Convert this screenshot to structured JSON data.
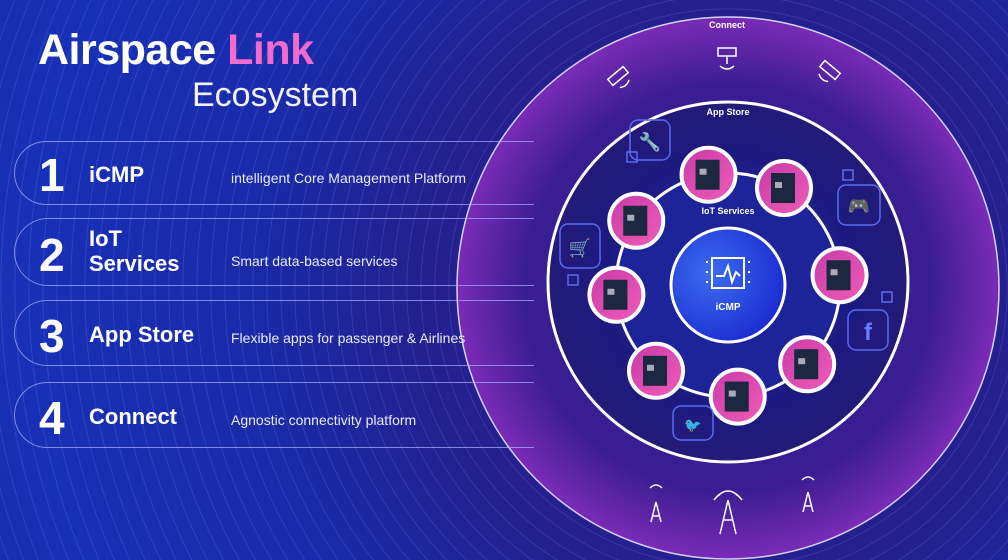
{
  "title": {
    "part1": "Airspace",
    "part2": "Link",
    "subtitle": "Ecosystem"
  },
  "items": [
    {
      "number": "1",
      "label": "iCMP",
      "description": "intelligent Core Management Platform"
    },
    {
      "number": "2",
      "label": "IoT Services",
      "description": "Smart data-based services"
    },
    {
      "number": "3",
      "label": "App Store",
      "description": "Flexible apps for passenger & Airlines"
    },
    {
      "number": "4",
      "label": "Connect",
      "description": "Agnostic connectivity platform"
    }
  ],
  "diagram": {
    "outer_label": "Connect",
    "middle_label": "App Store",
    "ring_label": "IoT Services",
    "core_label": "iCMP"
  },
  "colors": {
    "accent": "#f06ad0",
    "background": "#1a2aa8"
  }
}
